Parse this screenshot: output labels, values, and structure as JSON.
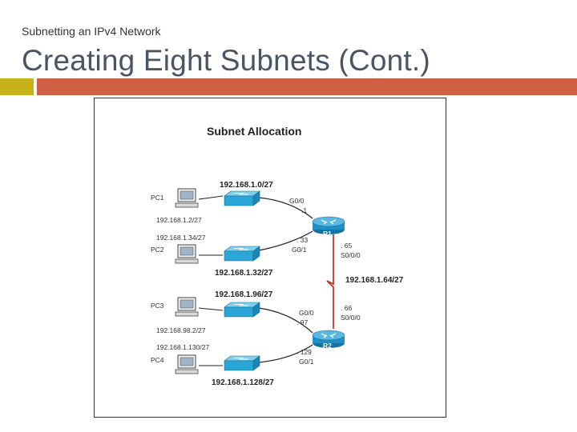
{
  "header": {
    "subtitle": "Subnetting an IPv4 Network",
    "title": "Creating Eight Subnets (Cont.)"
  },
  "colors": {
    "accent_left": "#c8b21a",
    "accent_right": "#d15f44",
    "switch": "#2aa7d8",
    "router": "#1f8fc4",
    "serial_link": "#c03a2b"
  },
  "diagram": {
    "title": "Subnet Allocation",
    "pcs": {
      "pc1": {
        "name": "PC1",
        "ip": "192.168.1.2/27"
      },
      "pc2": {
        "name": "PC2",
        "ip": "192.168.1.34/27"
      },
      "pc3": {
        "name": "PC3",
        "ip": "192.168.98.2/27"
      },
      "pc4": {
        "name": "PC4",
        "ip": "192.168.1.130/27"
      }
    },
    "networks": {
      "n0": "192.168.1.0/27",
      "n32": "192.168.1.32/27",
      "n96": "192.168.1.96/27",
      "n128": "192.168.1.128/27",
      "n64": "192.168.1.64/27"
    },
    "routers": {
      "r1": {
        "name": "R1",
        "g00": "G0/0",
        "g00_ip": ".1",
        "g01": "G0/1",
        "g01_ip": ". 33",
        "s000_ip": ". 65",
        "s000": "S0/0/0"
      },
      "r2": {
        "name": "R2",
        "g00": "G0/0",
        "g00_ip": ". 97",
        "g01": "G0/1",
        "g01_ip": ". 129",
        "s000_ip": ". 66",
        "s000": "S0/0/0"
      }
    },
    "icons": [
      "pc-icon",
      "switch-icon",
      "router-icon"
    ]
  }
}
